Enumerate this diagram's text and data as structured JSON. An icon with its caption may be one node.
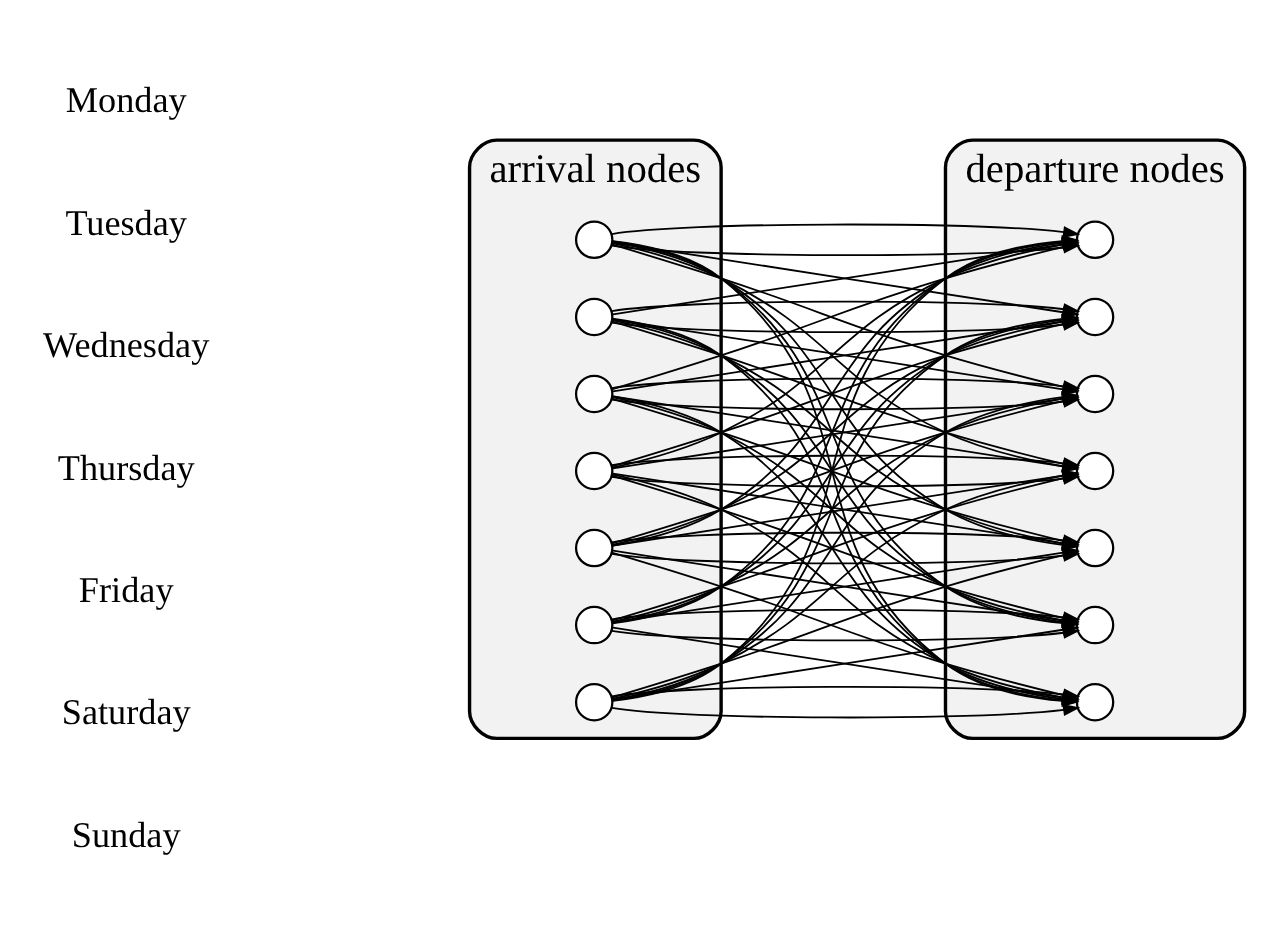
{
  "diagram": {
    "nodes": [
      {
        "text": [
          "arrival nodes"
        ]
      },
      {
        "text": [],
        "shape": "circle",
        "in": 0
      },
      {
        "text": [],
        "shape": "circle",
        "in": 0
      },
      {
        "text": [],
        "shape": "circle",
        "in": 0
      },
      {
        "text": [],
        "shape": "circle",
        "in": 0
      },
      {
        "text": [],
        "shape": "circle",
        "in": 0
      },
      {
        "text": [],
        "shape": "circle",
        "in": 0
      },
      {
        "text": [],
        "shape": "circle",
        "in": 0
      },
      {
        "text": [
          "departure nodes"
        ]
      },
      {
        "text": [],
        "shape": "circle",
        "in": 8
      },
      {
        "text": [],
        "shape": "circle",
        "in": 8
      },
      {
        "text": [],
        "shape": "circle",
        "in": 8
      },
      {
        "text": [],
        "shape": "circle",
        "in": 8
      },
      {
        "text": [],
        "shape": "circle",
        "in": 8
      },
      {
        "text": [],
        "shape": "circle",
        "in": 8
      },
      {
        "text": [],
        "shape": "circle",
        "in": 8
      }
    ],
    "edges": [
      {
        "from": 1,
        "to": 9,
        "arrow": "to"
      },
      {
        "from": 2,
        "to": 10,
        "arrow": "to"
      },
      {
        "from": 3,
        "to": 11,
        "arrow": "to"
      },
      {
        "from": 4,
        "to": 12,
        "arrow": "to"
      },
      {
        "from": 5,
        "to": 13,
        "arrow": "to"
      },
      {
        "from": 6,
        "to": 14,
        "arrow": "to"
      },
      {
        "from": 7,
        "to": 15,
        "arrow": "to"
      },
      {
        "from": 1,
        "to": 9,
        "arrow": "to"
      },
      {
        "from": 1,
        "to": 10,
        "arrow": "to"
      },
      {
        "from": 1,
        "to": 11,
        "arrow": "to"
      },
      {
        "from": 1,
        "to": 12,
        "arrow": "to"
      },
      {
        "from": 1,
        "to": 13,
        "arrow": "to"
      },
      {
        "from": 1,
        "to": 14,
        "arrow": "to"
      },
      {
        "from": 1,
        "to": 15,
        "arrow": "to"
      },
      {
        "from": 2,
        "to": 9,
        "arrow": "to"
      },
      {
        "from": 2,
        "to": 10,
        "arrow": "to"
      },
      {
        "from": 2,
        "to": 11,
        "arrow": "to"
      },
      {
        "from": 2,
        "to": 12,
        "arrow": "to"
      },
      {
        "from": 2,
        "to": 13,
        "arrow": "to"
      },
      {
        "from": 2,
        "to": 14,
        "arrow": "to"
      },
      {
        "from": 2,
        "to": 15,
        "arrow": "to"
      },
      {
        "from": 3,
        "to": 9,
        "arrow": "to"
      },
      {
        "from": 3,
        "to": 10,
        "arrow": "to"
      },
      {
        "from": 3,
        "to": 11,
        "arrow": "to"
      },
      {
        "from": 3,
        "to": 12,
        "arrow": "to"
      },
      {
        "from": 3,
        "to": 13,
        "arrow": "to"
      },
      {
        "from": 3,
        "to": 14,
        "arrow": "to"
      },
      {
        "from": 3,
        "to": 15,
        "arrow": "to"
      },
      {
        "from": 4,
        "to": 9,
        "arrow": "to"
      },
      {
        "from": 4,
        "to": 10,
        "arrow": "to"
      },
      {
        "from": 4,
        "to": 11,
        "arrow": "to"
      },
      {
        "from": 4,
        "to": 12,
        "arrow": "to"
      },
      {
        "from": 4,
        "to": 13,
        "arrow": "to"
      },
      {
        "from": 4,
        "to": 14,
        "arrow": "to"
      },
      {
        "from": 4,
        "to": 15,
        "arrow": "to"
      },
      {
        "from": 5,
        "to": 9,
        "arrow": "to"
      },
      {
        "from": 5,
        "to": 10,
        "arrow": "to"
      },
      {
        "from": 5,
        "to": 11,
        "arrow": "to"
      },
      {
        "from": 5,
        "to": 12,
        "arrow": "to"
      },
      {
        "from": 5,
        "to": 13,
        "arrow": "to"
      },
      {
        "from": 5,
        "to": 14,
        "arrow": "to"
      },
      {
        "from": 5,
        "to": 15,
        "arrow": "to"
      },
      {
        "from": 6,
        "to": 9,
        "arrow": "to"
      },
      {
        "from": 6,
        "to": 10,
        "arrow": "to"
      },
      {
        "from": 6,
        "to": 11,
        "arrow": "to"
      },
      {
        "from": 6,
        "to": 12,
        "arrow": "to"
      },
      {
        "from": 6,
        "to": 13,
        "arrow": "to"
      },
      {
        "from": 6,
        "to": 14,
        "arrow": "to"
      },
      {
        "from": 6,
        "to": 15,
        "arrow": "to"
      },
      {
        "from": 7,
        "to": 9,
        "arrow": "to"
      },
      {
        "from": 7,
        "to": 10,
        "arrow": "to"
      },
      {
        "from": 7,
        "to": 11,
        "arrow": "to"
      },
      {
        "from": 7,
        "to": 12,
        "arrow": "to"
      },
      {
        "from": 7,
        "to": 13,
        "arrow": "to"
      },
      {
        "from": 7,
        "to": 14,
        "arrow": "to"
      },
      {
        "from": 7,
        "to": 15,
        "arrow": "to"
      }
    ],
    "labels": [
      "Monday",
      "Tuesday",
      "Wednesday",
      "Thursday",
      "Friday",
      "Saturday",
      "Sunday"
    ]
  }
}
